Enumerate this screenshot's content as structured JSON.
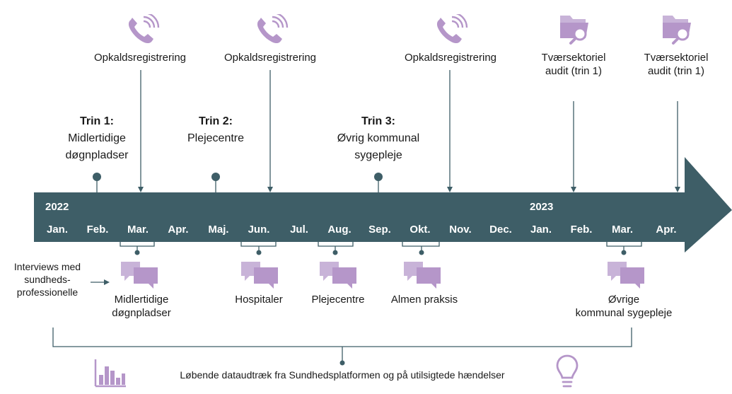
{
  "colors": {
    "arrow": "#3e5e67",
    "accent": "#b596c9",
    "line": "#3e5e67"
  },
  "timeline": {
    "years": [
      "2022",
      "2023"
    ],
    "months": [
      "Jan.",
      "Feb.",
      "Mar.",
      "Apr.",
      "Maj.",
      "Jun.",
      "Jul.",
      "Aug.",
      "Sep.",
      "Okt.",
      "Nov.",
      "Dec.",
      "Jan.",
      "Feb.",
      "Mar.",
      "Apr."
    ]
  },
  "top_events": [
    {
      "icon": "phone-icon",
      "label": "Opkaldsregistrering"
    },
    {
      "icon": "phone-icon",
      "label": "Opkaldsregistrering"
    },
    {
      "icon": "phone-icon",
      "label": "Opkaldsregistrering"
    },
    {
      "icon": "folder-search-icon",
      "label_1": "Tværsektoriel",
      "label_2": "audit (trin 1)"
    },
    {
      "icon": "folder-search-icon",
      "label_1": "Tværsektoriel",
      "label_2": "audit (trin 1)"
    }
  ],
  "stages": [
    {
      "title": "Trin 1:",
      "line_1": "Midlertidige",
      "line_2": "døgnpladser"
    },
    {
      "title": "Trin 2:",
      "line_1": "Plejecentre"
    },
    {
      "title": "Trin 3:",
      "line_1": "Øvrig kommunal",
      "line_2": "sygepleje"
    }
  ],
  "interviews": {
    "label_1": "Interviews med",
    "label_2": "sundheds-",
    "label_3": "professionelle",
    "items": [
      {
        "icon": "chat-icon",
        "line_1": "Midlertidige",
        "line_2": "døgnpladser"
      },
      {
        "icon": "chat-icon",
        "line_1": "Hospitaler"
      },
      {
        "icon": "chat-icon",
        "line_1": "Plejecentre"
      },
      {
        "icon": "chat-icon",
        "line_1": "Almen praksis"
      },
      {
        "icon": "chat-icon",
        "line_1": "Øvrige",
        "line_2": "kommunal sygepleje"
      }
    ]
  },
  "bottom": {
    "label": "Løbende dataudtræk fra Sundhedsplatformen og på utilsigtede hændelser",
    "icons": [
      "bar-chart-icon",
      "lightbulb-icon"
    ]
  }
}
